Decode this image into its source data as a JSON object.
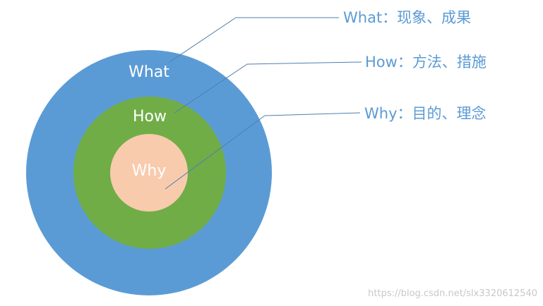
{
  "rings": [
    {
      "key": "what",
      "label": "What",
      "color": "#5b9bd5"
    },
    {
      "key": "how",
      "label": "How",
      "color": "#70ad47"
    },
    {
      "key": "why",
      "label": "Why",
      "color": "#f8cbad"
    }
  ],
  "callouts": [
    {
      "key": "what",
      "text": "What：现象、成果"
    },
    {
      "key": "how",
      "text": "How：方法、措施"
    },
    {
      "key": "why",
      "text": "Why：目的、理念"
    }
  ],
  "colors": {
    "callout_text": "#5b9bd5",
    "leader_line": "#4f7fae"
  },
  "watermark": "https://blog.csdn.net/slx3320612540"
}
